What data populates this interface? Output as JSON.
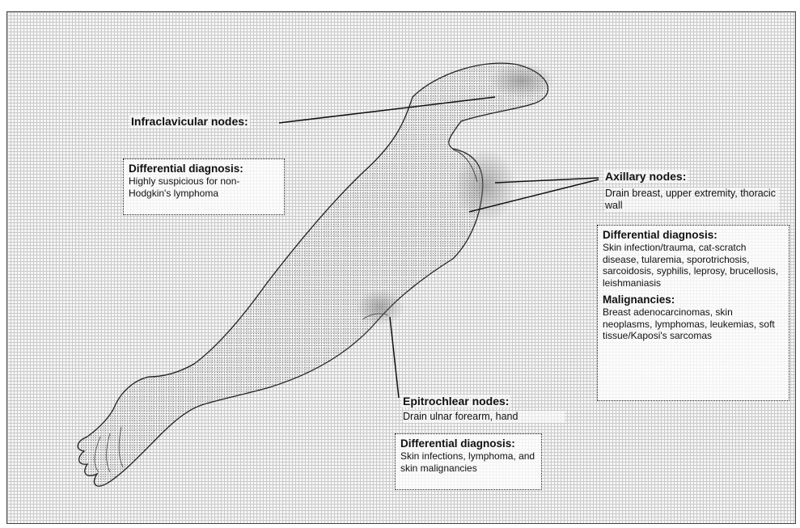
{
  "labels": {
    "infraclavicular": "Infraclavicular nodes:",
    "axillary": "Axillary nodes:",
    "axillary_desc": "Drain breast, upper extremity, thoracic wall",
    "epitrochlear": "Epitrochlear nodes:",
    "epitrochlear_desc": "Drain ulnar forearm, hand"
  },
  "boxes": {
    "infraclavicular": {
      "heading": "Differential diagnosis:",
      "text": "Highly suspicious for non-Hodgkin's lymphoma"
    },
    "axillary": {
      "heading": "Differential diagnosis:",
      "text": "Skin infection/trauma, cat-scratch disease, tularemia, sporotrichosis, sarcoidosis, syphilis, leprosy, brucellosis, leishmaniasis",
      "heading2": "Malignancies:",
      "text2": "Breast adenocarcinomas, skin neoplasms, lymphomas, leukemias, soft tissue/Kaposi's sarcomas"
    },
    "epitrochlear": {
      "heading": "Differential diagnosis:",
      "text": "Skin infections, lymphoma, and skin malignancies"
    }
  }
}
